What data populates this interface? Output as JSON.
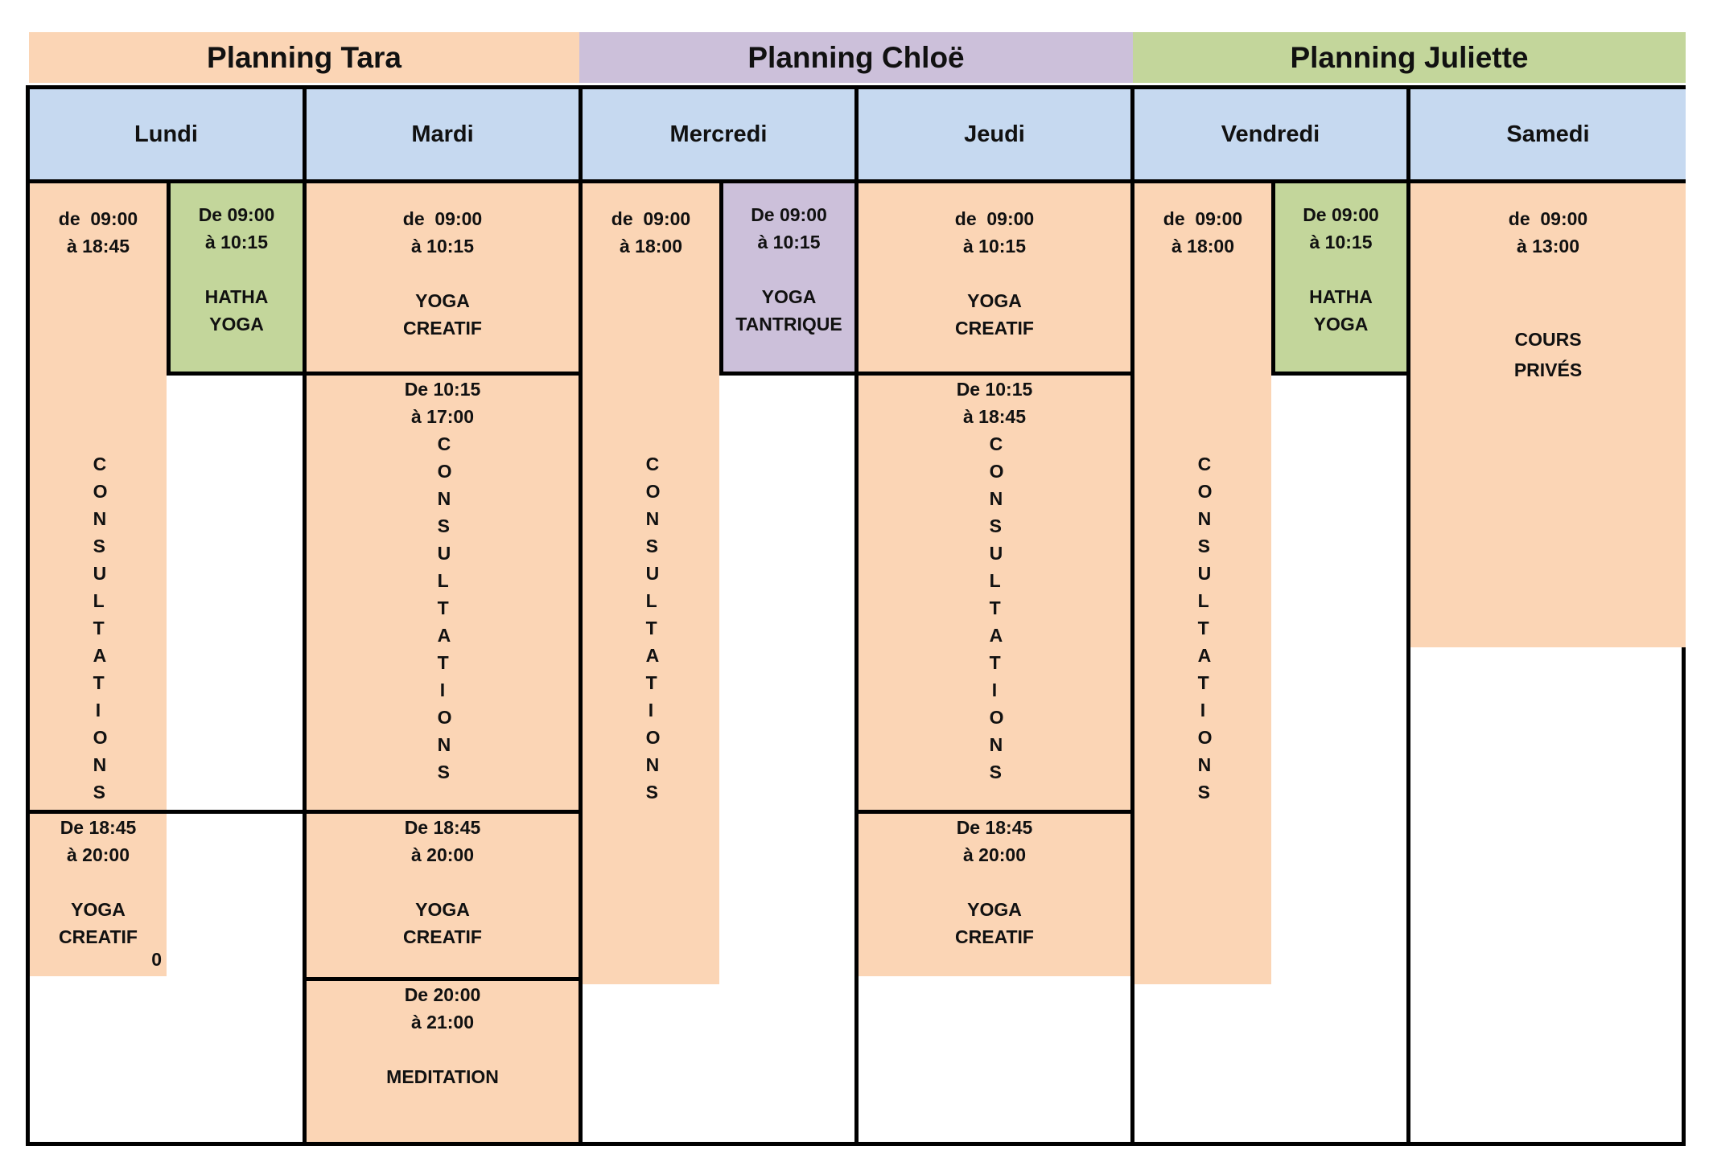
{
  "headers": [
    {
      "label": "Planning Tara",
      "color": "#fbd5b5"
    },
    {
      "label": "Planning Chloë",
      "color": "#ccc0da"
    },
    {
      "label": "Planning Juliette",
      "color": "#c3d69b"
    }
  ],
  "days": [
    "Lundi",
    "Mardi",
    "Mercredi",
    "Jeudi",
    "Vendredi",
    "Samedi"
  ],
  "colors": {
    "peach": "#fbd5b5",
    "green": "#c3d69b",
    "lavender": "#ccc0da",
    "day_header": "#c6d9f0"
  },
  "blocks": {
    "lundi_consult": {
      "time": "de  09:00\nà 18:45",
      "name": "CONSULTATIONS"
    },
    "lundi_hatha": {
      "time": "De 09:00\nà 10:15",
      "name": "HATHA\nYOGA"
    },
    "lundi_yoga": {
      "time": "De 18:45\nà 20:00",
      "name": "YOGA\nCREATIF",
      "extra": "0"
    },
    "mardi_yoga1": {
      "time": "de  09:00\nà 10:15",
      "name": "YOGA\nCREATIF"
    },
    "mardi_consult": {
      "time": "De 10:15\nà 17:00",
      "name": "CONSULTATIONS"
    },
    "mardi_yoga2": {
      "time": "De 18:45\nà 20:00",
      "name": "YOGA\nCREATIF"
    },
    "mardi_medit": {
      "time": "De 20:00\nà 21:00",
      "name": "MEDITATION"
    },
    "mercredi_consult": {
      "time": "de  09:00\nà 18:00",
      "name": "CONSULTATIONS"
    },
    "mercredi_tantrique": {
      "time": "De 09:00\nà 10:15",
      "name": "YOGA\nTANTRIQUE"
    },
    "jeudi_yoga1": {
      "time": "de  09:00\nà 10:15",
      "name": "YOGA\nCREATIF"
    },
    "jeudi_consult": {
      "time": "De 10:15\nà 18:45",
      "name": "CONSULTATIONS"
    },
    "jeudi_yoga2": {
      "time": "De 18:45\nà 20:00",
      "name": "YOGA\nCREATIF"
    },
    "vendredi_consult": {
      "time": "de  09:00\nà 18:00",
      "name": "CONSULTATIONS"
    },
    "vendredi_hatha": {
      "time": "De 09:00\nà 10:15",
      "name": "HATHA\nYOGA"
    },
    "samedi_cours": {
      "time": "de  09:00\nà 13:00",
      "name": "COURS\nPRIVÉS"
    }
  }
}
